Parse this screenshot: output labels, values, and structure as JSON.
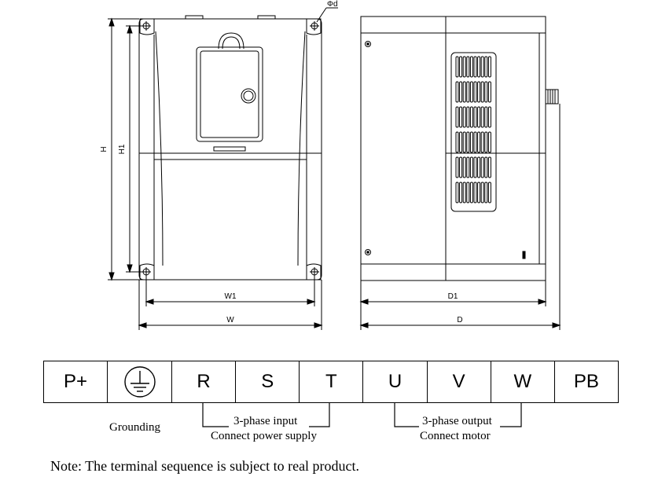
{
  "front_view": {
    "dim_labels": {
      "h": "H",
      "h1": "H1",
      "w1": "W1",
      "w": "W",
      "d_hole": "Φd"
    }
  },
  "side_view": {
    "dim_labels": {
      "d1": "D1",
      "d": "D"
    }
  },
  "terminals": [
    "P+",
    "grounding-symbol",
    "R",
    "S",
    "T",
    "U",
    "V",
    "W",
    "PB"
  ],
  "captions": {
    "grounding": "Grounding",
    "input_group": {
      "line1": "3-phase input",
      "line2": "Connect power supply"
    },
    "output_group": {
      "line1": "3-phase output",
      "line2": "Connect motor"
    }
  },
  "note": "Note: The terminal sequence is subject to real product."
}
